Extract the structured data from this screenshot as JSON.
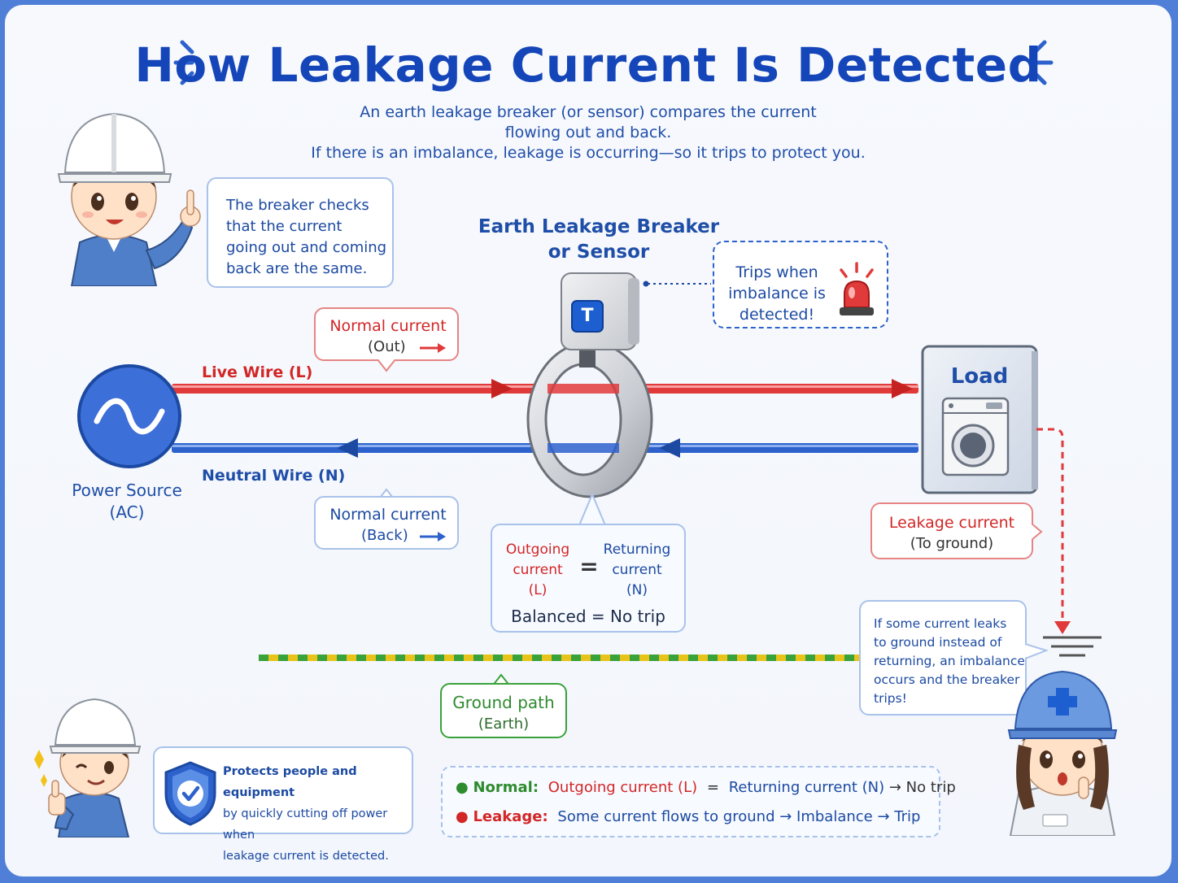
{
  "title": "How Leakage Current Is Detected",
  "subtitle": {
    "line1": "An earth leakage breaker (or sensor) compares the current",
    "line2": "flowing out and back.",
    "line3": "If there is an imbalance, leakage is occurring—so it trips to protect you."
  },
  "callout_top_left": {
    "line1": "The breaker checks",
    "line2": "that the current",
    "line3": "going out and coming",
    "line4": "back are the same."
  },
  "sensor_label": {
    "line1": "Earth Leakage Breaker",
    "line2": "or Sensor"
  },
  "sensor_badge": "T",
  "trip_callout": {
    "line1": "Trips when",
    "line2": "imbalance is",
    "line3": "detected!"
  },
  "normal_out": {
    "title": "Normal current",
    "sub": "(Out)"
  },
  "normal_back": {
    "title": "Normal current",
    "sub": "(Back)"
  },
  "live_wire": "Live Wire (L)",
  "neutral_wire": "Neutral Wire (N)",
  "power_source": {
    "line1": "Power Source",
    "line2": "(AC)"
  },
  "load": {
    "title": "Load"
  },
  "leakage_current": {
    "title": "Leakage current",
    "sub": "(To ground)"
  },
  "balance_box": {
    "outgoing": [
      "Outgoing",
      "current",
      "(L)"
    ],
    "equals": "=",
    "returning": [
      "Returning",
      "current",
      "(N)"
    ],
    "result": "Balanced = No trip"
  },
  "ground_path": {
    "title": "Ground path",
    "sub": "(Earth)"
  },
  "leak_explain": {
    "line1": "If some current leaks",
    "line2": "to ground instead of",
    "line3": "returning, an imbalance",
    "line4": "occurs and the breaker",
    "line5": "trips!"
  },
  "protect_box": {
    "line1": "Protects people and equipment",
    "line2": "by quickly cutting off power when",
    "line3": "leakage current is detected."
  },
  "summary": {
    "normal_label": "Normal:",
    "normal_out": "Outgoing current (L)",
    "normal_eq": "=",
    "normal_ret": "Returning current (N)",
    "normal_result": "→ No trip",
    "leak_label": "Leakage:",
    "leak_text": "Some current flows to ground → Imbalance → Trip"
  },
  "colors": {
    "live": "#e03a3a",
    "neutral": "#2d62cc",
    "title": "#1546b9",
    "ground_green": "#3aa23a",
    "ground_yellow": "#e8c31a"
  }
}
